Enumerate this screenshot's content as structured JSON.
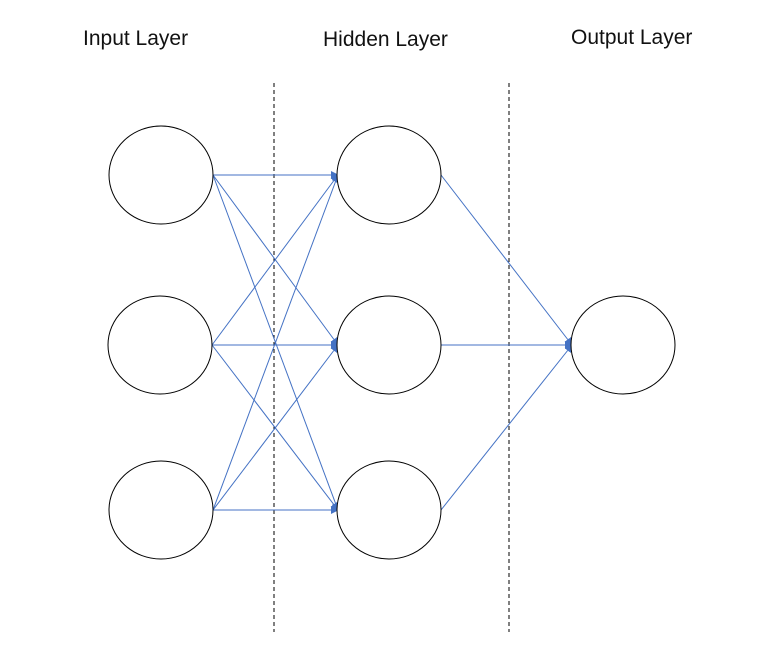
{
  "labels": {
    "input": "Input Layer",
    "hidden": "Hidden Layer",
    "output": "Output Layer"
  },
  "network": {
    "layer_sizes": [
      3,
      3,
      1
    ],
    "connections": "fully-connected",
    "edge_color": "#4472C4",
    "node_stroke": "#000000",
    "separator_style": "dashed"
  }
}
